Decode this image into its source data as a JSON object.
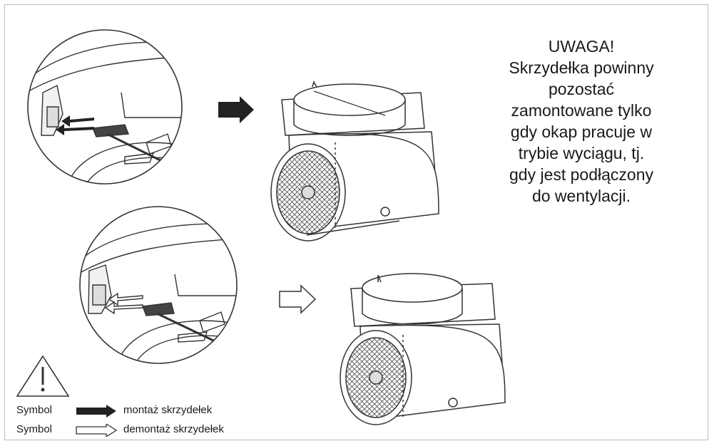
{
  "warning": {
    "title": "UWAGA!",
    "lines": [
      "Skrzydełka powinny",
      "pozostać",
      "zamontowane tylko",
      "gdy okap pracuje w",
      "trybie wyciągu, tj.",
      "gdy jest podłączony",
      "do wentylacji."
    ]
  },
  "legend": {
    "items": [
      {
        "symbol_label": "Symbol",
        "arrow": "filled-arrow-icon",
        "description": "montaż skrzydełek"
      },
      {
        "symbol_label": "Symbol",
        "arrow": "outline-arrow-icon",
        "description": "demontaż skrzydełek"
      }
    ]
  },
  "colors": {
    "ink": "#1a1a1a",
    "border": "#bdbdbd",
    "line": "#333333"
  }
}
